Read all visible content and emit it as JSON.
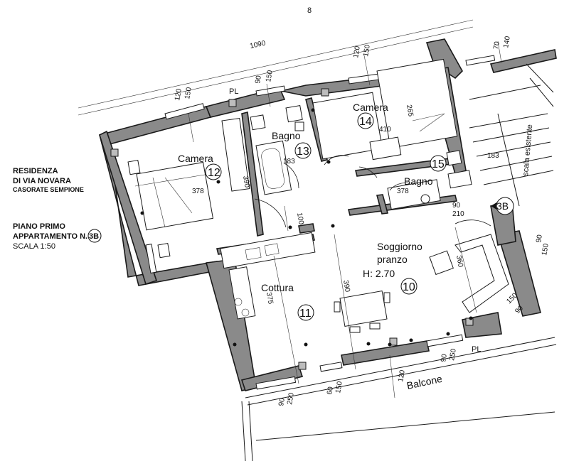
{
  "page_mark": "8",
  "title_block": {
    "residence": "RESIDENZA",
    "street": "DI VIA NOVARA",
    "town": "CASORATE SEMPIONE",
    "floor": "PIANO PRIMO",
    "apartment": "APPARTAMENTO N.",
    "apartment_number": "3B",
    "scale": "SCALA 1:50"
  },
  "rooms": {
    "camera_12": {
      "name": "Camera",
      "number": "12",
      "dim_width": "378",
      "dim_depth": "390"
    },
    "bagno_13": {
      "name": "Bagno",
      "number": "13",
      "dim": "183"
    },
    "camera_14": {
      "name": "Camera",
      "number": "14",
      "dim_width": "410",
      "dim_depth": "265"
    },
    "bagno_15": {
      "name": "Bagno",
      "number": "15",
      "dim_width": "378",
      "dim_depth": "183"
    },
    "cottura_11": {
      "name": "Cottura",
      "number": "11",
      "dim": "375"
    },
    "soggiorno_10": {
      "name_line1": "Soggiorno",
      "name_line2": "pranzo",
      "height": "H: 2.70",
      "number": "10",
      "dim_a": "390",
      "dim_b": "360"
    }
  },
  "stair_label": "scala esistente",
  "balcony_label": "Balcone",
  "pl_labels": [
    "PL",
    "PL"
  ],
  "apartment_marker": "3B",
  "dimensions": {
    "top_total": "1090",
    "top_dims": [
      [
        "120",
        "150"
      ],
      [
        "90",
        "150"
      ],
      [
        "120",
        "150"
      ],
      [
        "70",
        "140"
      ]
    ],
    "corridor": "100",
    "door_entry": [
      "90",
      "210"
    ],
    "right_dims": [
      "90",
      "150"
    ],
    "right_low": [
      "150",
      "90"
    ],
    "bottom_dims": [
      [
        "90",
        "250"
      ],
      [
        "60",
        "150"
      ],
      [
        "120"
      ],
      [
        "90",
        "250"
      ]
    ]
  }
}
